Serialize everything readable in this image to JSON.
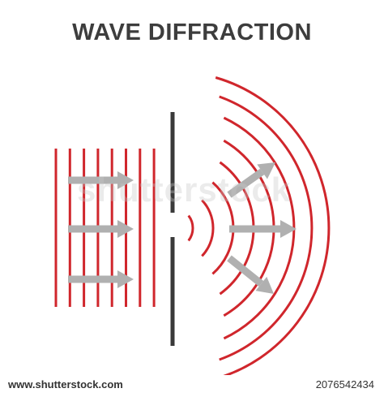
{
  "title": "WAVE DIFFRACTION",
  "watermark": "shutterstock",
  "footer": {
    "site": "www.shutterstock.com",
    "image_id": "2076542434"
  },
  "colors": {
    "title": "#3d3d3d",
    "wave": "#d0262c",
    "barrier": "#3a3a3a",
    "arrow": "#b0b0b0",
    "watermark": "#c8c8c8",
    "footer_text": "#333333"
  },
  "diagram": {
    "incident_wavefronts": 8,
    "diffracted_wavefronts": 8,
    "incident_arrows": 3,
    "diffracted_arrows": 3
  }
}
